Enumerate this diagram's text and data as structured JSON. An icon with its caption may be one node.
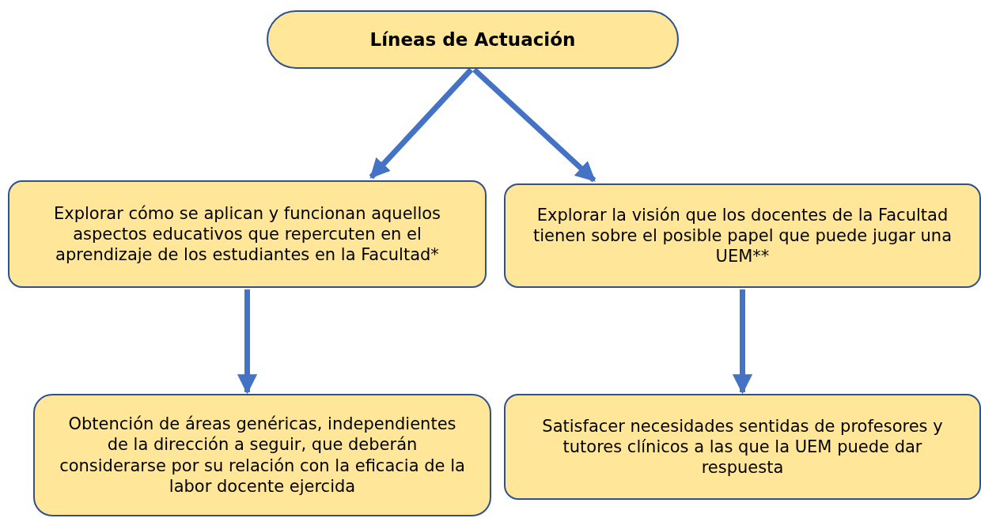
{
  "diagram": {
    "nodes": [
      {
        "text": [
          "Líneas de Actuación"
        ]
      },
      {
        "text": [
          "Explorar cómo se aplican y funcionan aquellos aspectos educativos que repercuten en el aprendizaje de los estudiantes en la Facultad*"
        ]
      },
      {
        "text": [
          "Explorar la visión que los docentes de la Facultad tienen sobre el posible papel que puede jugar una UEM**"
        ]
      },
      {
        "text": [
          "Obtención de áreas genéricas, independientes de la dirección a seguir, que deberán considerarse por su relación con la eficacia de la labor docente ejercida"
        ]
      },
      {
        "text": [
          "Satisfacer necesidades sentidas de profesores y tutores clínicos a las que la UEM puede dar respuesta"
        ]
      }
    ],
    "edges": [
      {
        "from": 0,
        "to": 1,
        "arrow": "to"
      },
      {
        "from": 0,
        "to": 2,
        "arrow": "to"
      },
      {
        "from": 1,
        "to": 3,
        "arrow": "to"
      },
      {
        "from": 2,
        "to": 4,
        "arrow": "to"
      }
    ]
  }
}
